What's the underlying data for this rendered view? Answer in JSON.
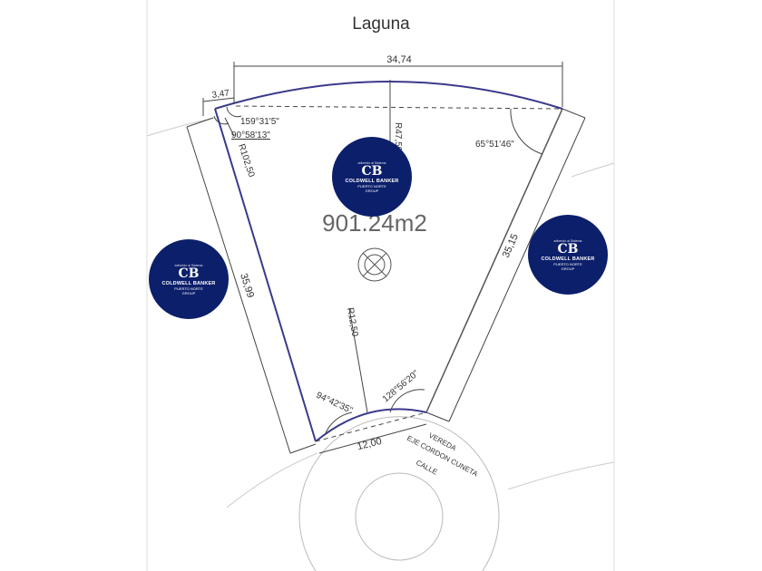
{
  "title": "Laguna",
  "area": "901.24m2",
  "dimensions": {
    "top": "34,74",
    "top_left": "3,47",
    "left": "35,99",
    "right": "35,15",
    "bottom": "12,00",
    "radius_top": "R47,50",
    "radius_left": "R102,50",
    "radius_bottom": "R12,50"
  },
  "angles": {
    "a1": "159°31'5\"",
    "a2": "90°58'13\"",
    "a3": "65°51'46\"",
    "a4": "94°42'35\"",
    "a5": "128°56'20\""
  },
  "street_labels": [
    "VEREDA",
    "EJE CORDON CUNETA",
    "CALLE"
  ],
  "logo": {
    "tagline": "adherido al Sistema",
    "monogram": "CB",
    "brand": "COLDWELL BANKER",
    "office_line1": "PUERTO NORTE",
    "office_line2": "GROUP",
    "color": "#0c1f6b"
  }
}
